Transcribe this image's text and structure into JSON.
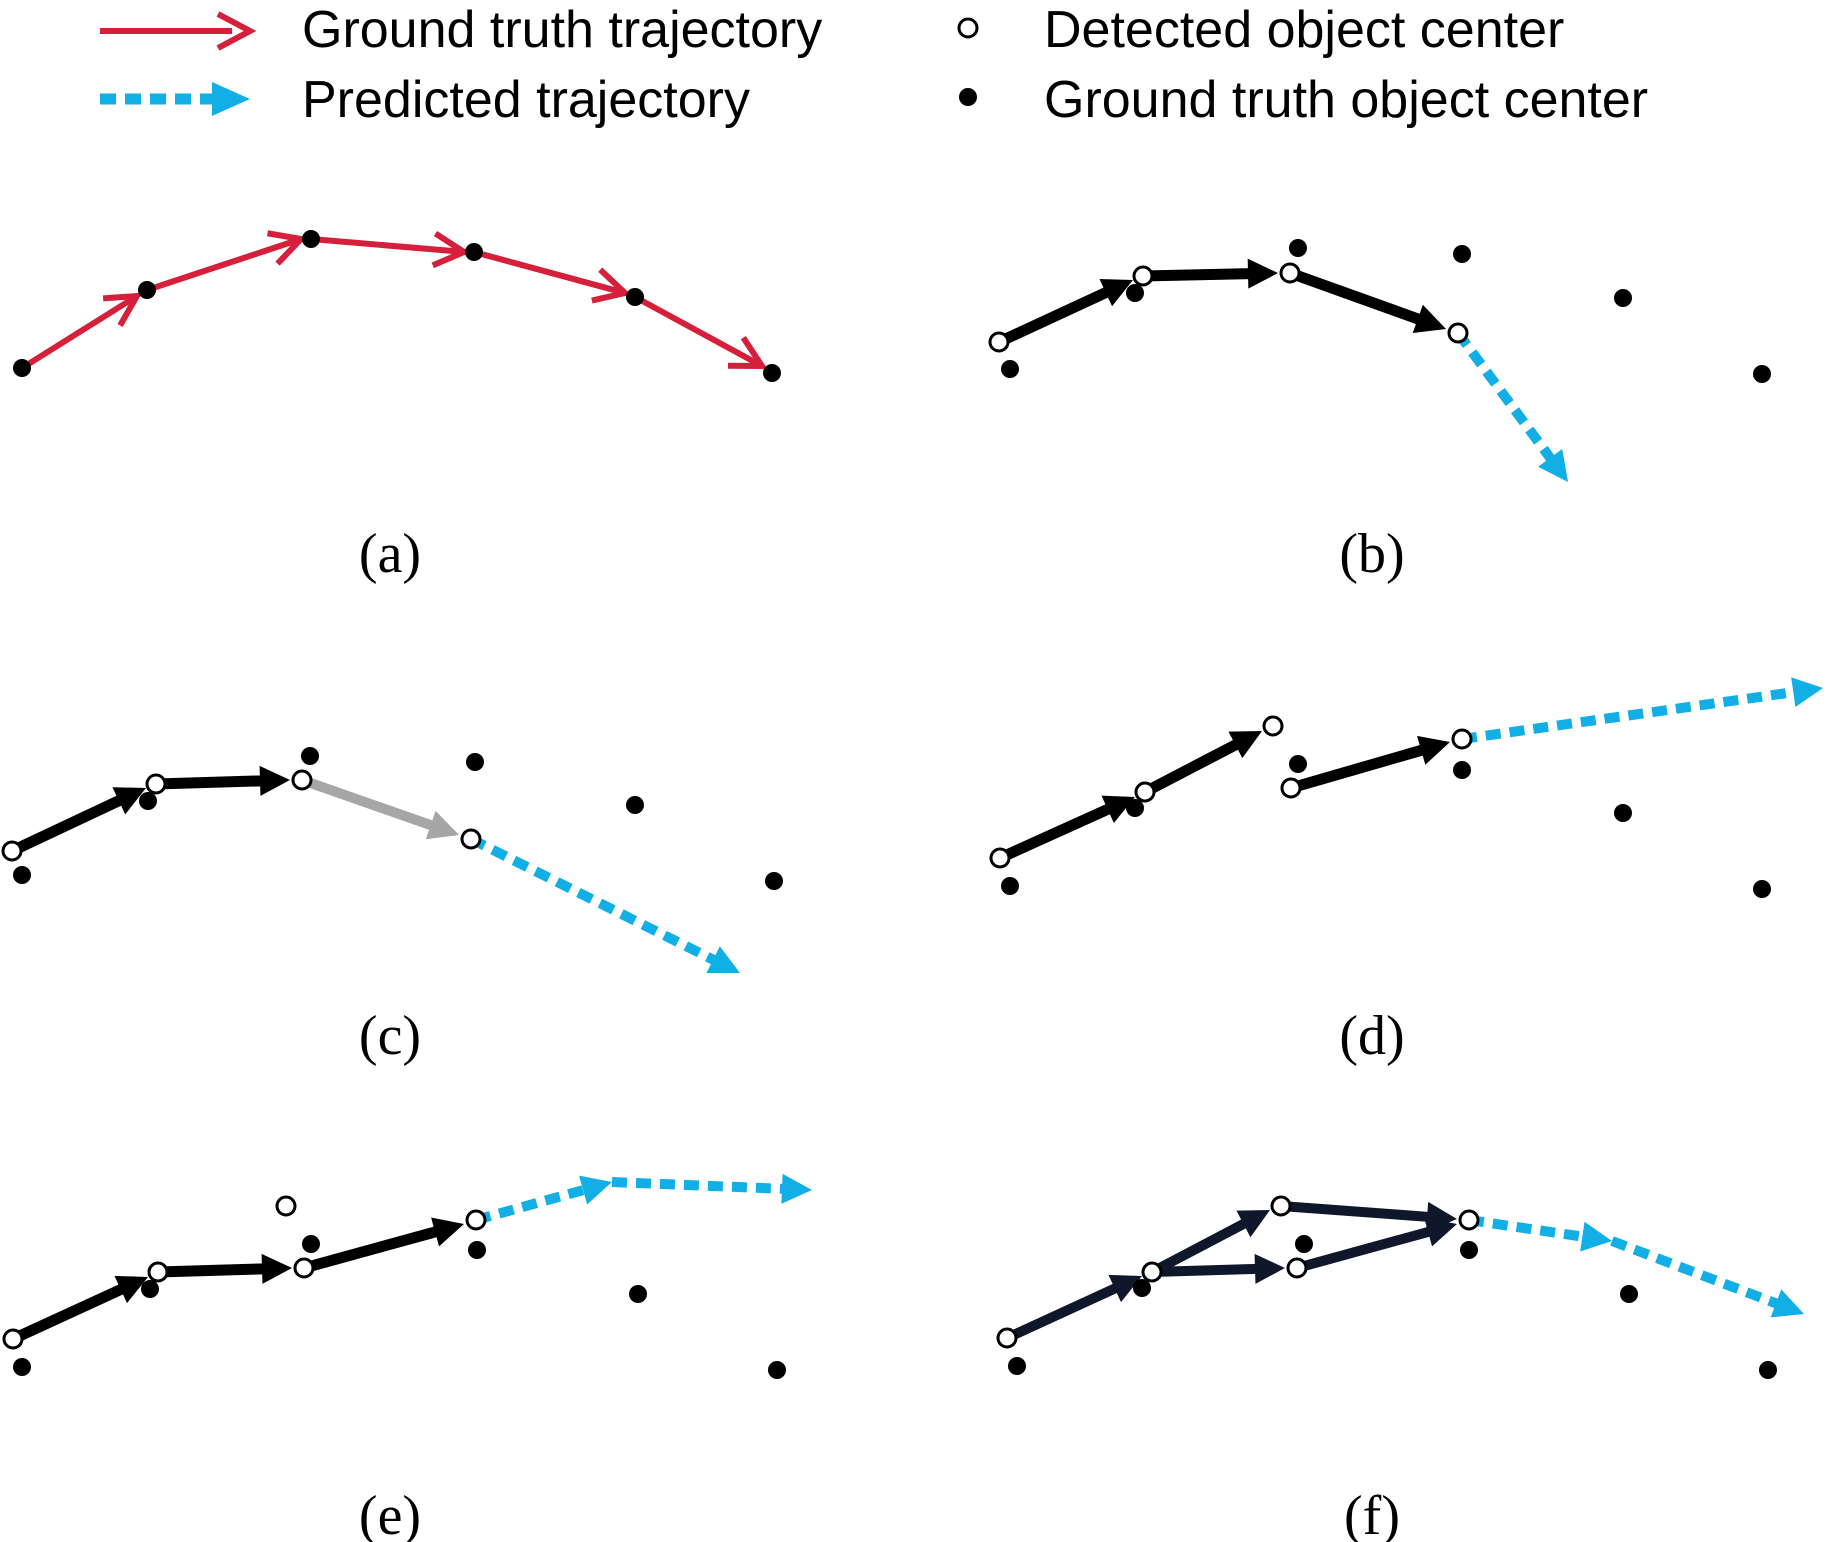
{
  "legend": {
    "items": [
      {
        "label": "Ground truth trajectory",
        "icon": "red-solid-arrow-icon"
      },
      {
        "label": "Predicted trajectory",
        "icon": "blue-dashed-arrow-icon"
      },
      {
        "label": "Detected object center",
        "icon": "open-circle-icon"
      },
      {
        "label": "Ground truth object center",
        "icon": "filled-dot-icon"
      }
    ]
  },
  "colors": {
    "ground_truth": "#d61f3a",
    "predicted": "#12aee6",
    "tracked": "#000000",
    "tracked_navy": "#0f172a",
    "associated_gray": "#a6a6a6",
    "gt_center": "#000000",
    "detected_center_fill": "#ffffff",
    "detected_center_stroke": "#000000"
  },
  "panels": [
    {
      "caption": "(a)",
      "gt_centers": [
        [
          22,
          368
        ],
        [
          147,
          290
        ],
        [
          311,
          239
        ],
        [
          474,
          252
        ],
        [
          635,
          297
        ],
        [
          772,
          373
        ]
      ],
      "detections": [],
      "segments": [
        {
          "from": [
            22,
            368
          ],
          "to": [
            137,
            296
          ],
          "kind": "gt"
        },
        {
          "from": [
            147,
            290
          ],
          "to": [
            301,
            239
          ],
          "kind": "gt"
        },
        {
          "from": [
            311,
            239
          ],
          "to": [
            464,
            252
          ],
          "kind": "gt"
        },
        {
          "from": [
            474,
            252
          ],
          "to": [
            625,
            293
          ],
          "kind": "gt"
        },
        {
          "from": [
            635,
            297
          ],
          "to": [
            762,
            366
          ],
          "kind": "gt"
        }
      ]
    },
    {
      "caption": "(b)",
      "gt_centers": [
        [
          1010,
          369
        ],
        [
          1135,
          293
        ],
        [
          1298,
          248
        ],
        [
          1462,
          254
        ],
        [
          1623,
          298
        ],
        [
          1762,
          374
        ]
      ],
      "detections": [
        [
          999,
          342
        ],
        [
          1143,
          276
        ],
        [
          1290,
          273
        ],
        [
          1458,
          333
        ]
      ],
      "segments": [
        {
          "from": [
            999,
            342
          ],
          "to": [
            1133,
            280
          ],
          "kind": "tracked"
        },
        {
          "from": [
            1143,
            276
          ],
          "to": [
            1278,
            273
          ],
          "kind": "tracked"
        },
        {
          "from": [
            1290,
            273
          ],
          "to": [
            1446,
            329
          ],
          "kind": "tracked"
        },
        {
          "from": [
            1458,
            333
          ],
          "to": [
            1568,
            482
          ],
          "kind": "predicted"
        }
      ]
    },
    {
      "caption": "(c)",
      "gt_centers": [
        [
          22,
          875
        ],
        [
          148,
          801
        ],
        [
          310,
          756
        ],
        [
          475,
          762
        ],
        [
          635,
          805
        ],
        [
          774,
          881
        ]
      ],
      "detections": [
        [
          12,
          851
        ],
        [
          156,
          784
        ],
        [
          302,
          780
        ],
        [
          471,
          839
        ]
      ],
      "segments": [
        {
          "from": [
            12,
            851
          ],
          "to": [
            146,
            788
          ],
          "kind": "tracked"
        },
        {
          "from": [
            156,
            784
          ],
          "to": [
            290,
            780
          ],
          "kind": "tracked"
        },
        {
          "from": [
            302,
            780
          ],
          "to": [
            459,
            835
          ],
          "kind": "associated"
        },
        {
          "from": [
            471,
            839
          ],
          "to": [
            740,
            973
          ],
          "kind": "predicted"
        }
      ]
    },
    {
      "caption": "(d)",
      "gt_centers": [
        [
          1010,
          886
        ],
        [
          1135,
          808
        ],
        [
          1298,
          764
        ],
        [
          1462,
          770
        ],
        [
          1623,
          813
        ],
        [
          1762,
          889
        ]
      ],
      "detections": [
        [
          1000,
          858
        ],
        [
          1145,
          792
        ],
        [
          1273,
          726
        ],
        [
          1291,
          788
        ],
        [
          1462,
          739
        ]
      ],
      "segments": [
        {
          "from": [
            1000,
            858
          ],
          "to": [
            1135,
            797
          ],
          "kind": "tracked"
        },
        {
          "from": [
            1145,
            792
          ],
          "to": [
            1262,
            731
          ],
          "kind": "tracked"
        },
        {
          "from": [
            1291,
            788
          ],
          "to": [
            1450,
            742
          ],
          "kind": "tracked"
        },
        {
          "from": [
            1462,
            739
          ],
          "to": [
            1823,
            688
          ],
          "kind": "predicted"
        }
      ]
    },
    {
      "caption": "(e)",
      "gt_centers": [
        [
          22,
          1367
        ],
        [
          150,
          1289
        ],
        [
          311,
          1244
        ],
        [
          477,
          1250
        ],
        [
          638,
          1294
        ],
        [
          777,
          1370
        ]
      ],
      "detections": [
        [
          13,
          1339
        ],
        [
          158,
          1272
        ],
        [
          286,
          1206
        ],
        [
          304,
          1268
        ],
        [
          476,
          1220
        ]
      ],
      "segments": [
        {
          "from": [
            13,
            1339
          ],
          "to": [
            148,
            1277
          ],
          "kind": "tracked"
        },
        {
          "from": [
            158,
            1272
          ],
          "to": [
            292,
            1268
          ],
          "kind": "tracked"
        },
        {
          "from": [
            304,
            1268
          ],
          "to": [
            464,
            1224
          ],
          "kind": "tracked"
        },
        {
          "from": [
            476,
            1220
          ],
          "to": [
            612,
            1182
          ],
          "kind": "predicted"
        },
        {
          "from": [
            612,
            1182
          ],
          "to": [
            812,
            1190
          ],
          "kind": "predicted"
        }
      ]
    },
    {
      "caption": "(f)",
      "gt_centers": [
        [
          1017,
          1366
        ],
        [
          1142,
          1288
        ],
        [
          1304,
          1244
        ],
        [
          1469,
          1250
        ],
        [
          1629,
          1294
        ],
        [
          1768,
          1370
        ]
      ],
      "detections": [
        [
          1007,
          1338
        ],
        [
          1152,
          1272
        ],
        [
          1281,
          1206
        ],
        [
          1297,
          1268
        ],
        [
          1469,
          1220
        ]
      ],
      "segments": [
        {
          "from": [
            1007,
            1338
          ],
          "to": [
            1142,
            1276
          ],
          "kind": "tracked_navy"
        },
        {
          "from": [
            1152,
            1272
          ],
          "to": [
            1270,
            1210
          ],
          "kind": "tracked_navy"
        },
        {
          "from": [
            1152,
            1272
          ],
          "to": [
            1285,
            1268
          ],
          "kind": "tracked_navy"
        },
        {
          "from": [
            1281,
            1206
          ],
          "to": [
            1457,
            1219
          ],
          "kind": "tracked_navy"
        },
        {
          "from": [
            1297,
            1268
          ],
          "to": [
            1457,
            1224
          ],
          "kind": "tracked_navy"
        },
        {
          "from": [
            1469,
            1220
          ],
          "to": [
            1612,
            1241
          ],
          "kind": "predicted"
        },
        {
          "from": [
            1612,
            1241
          ],
          "to": [
            1804,
            1314
          ],
          "kind": "predicted"
        }
      ]
    }
  ]
}
